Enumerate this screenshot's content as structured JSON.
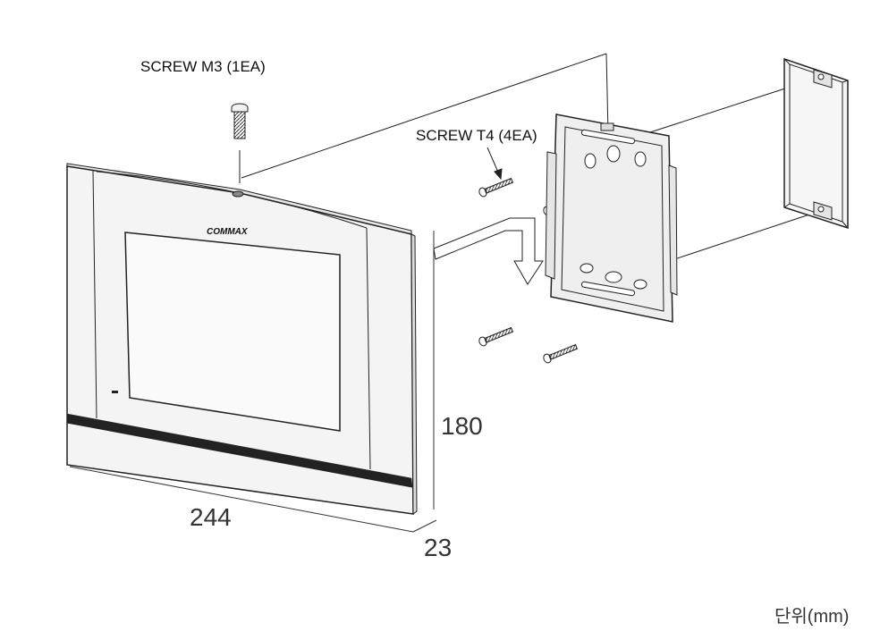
{
  "labels": {
    "screw_m3": "SCREW M3 (1EA)",
    "screw_t4": "SCREW T4 (4EA)",
    "brand": "COMMAX"
  },
  "dimensions": {
    "width": "244",
    "height": "180",
    "depth": "23",
    "unit": "단위(mm)"
  },
  "colors": {
    "line": "#222222",
    "monitor_body": "#f4f4f4",
    "screen": "#f8f8f8",
    "bracket": "#ececec"
  }
}
